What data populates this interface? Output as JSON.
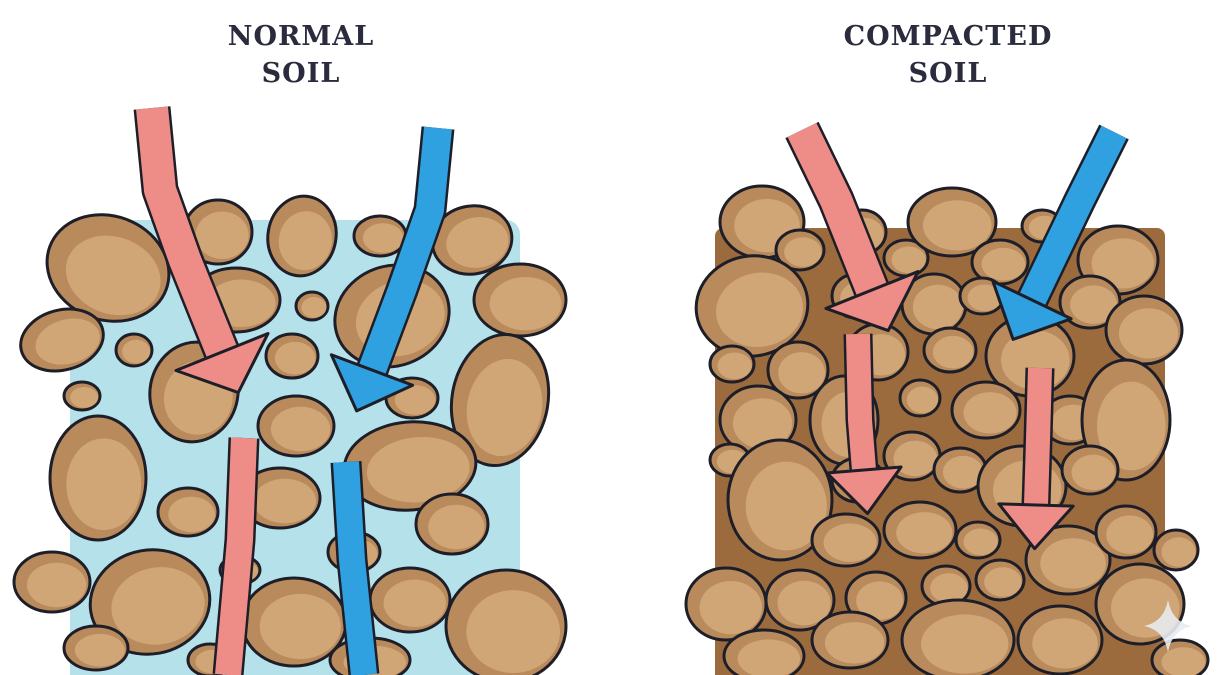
{
  "panels": {
    "normal": {
      "title_line1": "NORMAL",
      "title_line2": "SOIL"
    },
    "compacted": {
      "title_line1": "COMPACTED",
      "title_line2": "SOIL"
    }
  },
  "colors": {
    "water_background": "#b5e1ea",
    "compacted_background": "#9b6b3e",
    "rock_fill": "#b98a5c",
    "rock_highlight": "#d1a676",
    "rock_outline": "#1e1e28",
    "air_arrow": "#ee8d88",
    "water_arrow": "#2fa0e0",
    "title_text": "#2a2b3d"
  },
  "icons": {
    "corner_mark": "sparkle-icon"
  }
}
